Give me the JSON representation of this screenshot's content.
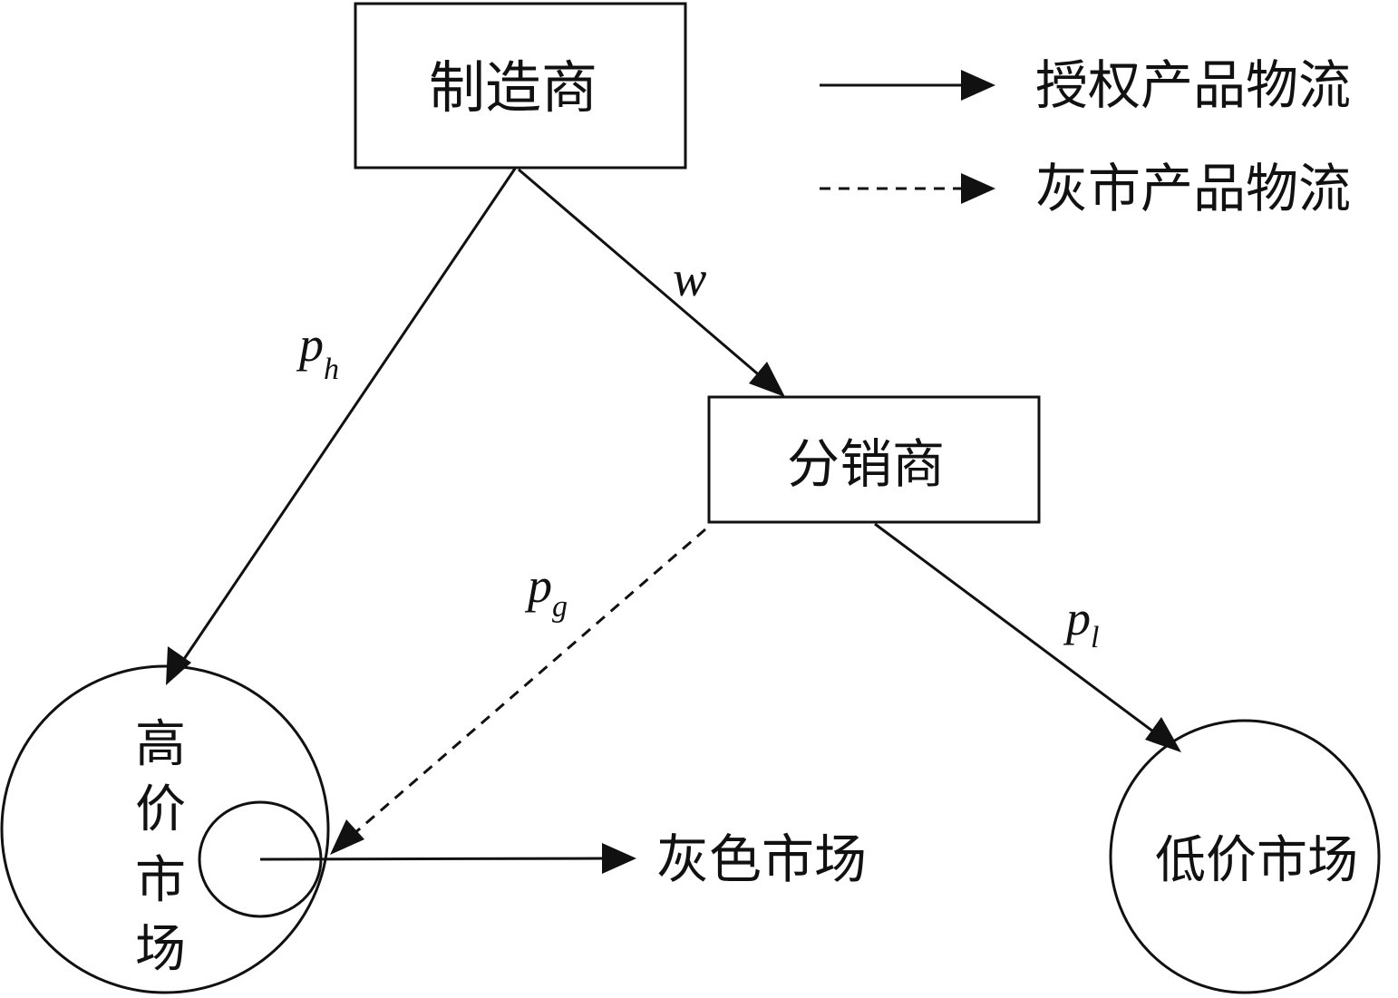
{
  "nodes": {
    "manufacturer": "制造商",
    "distributor": "分销商",
    "high_market": [
      "高",
      "价",
      "市",
      "场"
    ],
    "low_market": "低价市场",
    "gray_market": "灰色市场"
  },
  "legend": {
    "authorized_flow": "授权产品物流",
    "gray_flow": "灰市产品物流"
  },
  "edge_labels": {
    "wholesale_price": {
      "base": "p",
      "sub": "h"
    },
    "w": "w",
    "gray_price": {
      "base": "p",
      "sub": "g"
    },
    "low_price": {
      "base": "p",
      "sub": "l"
    }
  },
  "colors": {
    "line": "#111111",
    "background": "#ffffff"
  }
}
